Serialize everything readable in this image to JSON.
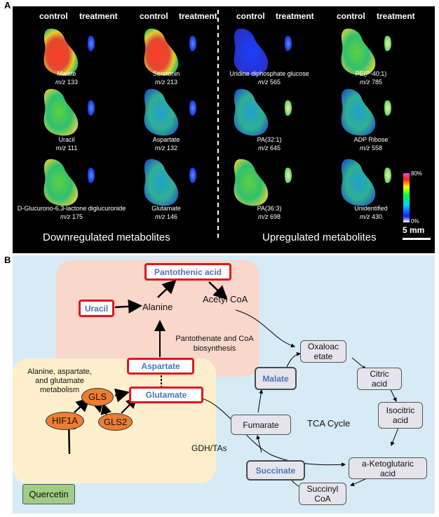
{
  "panel_a_letter": "A",
  "panel_b_letter": "B",
  "headers": {
    "control": "control",
    "treatment": "treatment"
  },
  "ion_images": [
    {
      "name": "Malate",
      "mz": "133"
    },
    {
      "name": "Serotonin",
      "mz": "213"
    },
    {
      "name": "Uridine diphosphate glucose",
      "mz": "565"
    },
    {
      "name": "PE(P-40:1)",
      "mz": "785"
    },
    {
      "name": "Uracil",
      "mz": "111"
    },
    {
      "name": "Aspartate",
      "mz": "132"
    },
    {
      "name": "PA(32:1)",
      "mz": "645"
    },
    {
      "name": "ADP Ribose",
      "mz": "558"
    },
    {
      "name": "D-Glucurono-6,3-lactone diglucuronide",
      "mz": "175"
    },
    {
      "name": "Glutamate",
      "mz": "146"
    },
    {
      "name": "PA(36:3)",
      "mz": "698"
    },
    {
      "name": "Unidentified",
      "mz": "430"
    }
  ],
  "mz_label": "m/z",
  "group_labels": {
    "down": "Downregulated metabolites",
    "up": "Upregulated metabolites"
  },
  "scale_bar": "5 mm",
  "colorbar": {
    "max": "80%",
    "min": "0%"
  },
  "pathway": {
    "pantothenic_acid": "Pantothenic acid",
    "uracil": "Uracil",
    "alanine": "Alanine",
    "acetyl_coa": "Acetyl CoA",
    "pantothenate_label": "Pantothenate and CoA\nbiosynthesis",
    "aspartate": "Aspartate",
    "glutamate": "Glutamate",
    "ala_asp_glu_label": "Alanine, aspartate,\nand glutamate\nmetabolism",
    "gls": "GLS",
    "gls2": "GLS2",
    "hif1a": "HIF1A",
    "quercetin": "Quercetin",
    "gdh_tas": "GDH/TAs",
    "tca_cycle": "TCA Cycle",
    "oxaloacetate": "Oxaloac\netate",
    "citric_acid": "Citric\nacid",
    "isocitric_acid": "Isocitric\nacid",
    "a_ketoglutaric_acid": "a-Ketoglutaric\nacid",
    "succinyl_coa": "Succinyl\nCoA",
    "succinate": "Succinate",
    "fumarate": "Fumarate",
    "malate": "Malate"
  },
  "colors": {
    "highlight_red": "#e0171c",
    "metabolite_blue": "#4a76b8",
    "enzyme_orange": "#ec7d32",
    "quercetin_green": "#9fcc86",
    "panel_b_bg": "#d6ebf6",
    "pink_box": "#f9d7cb",
    "yellow_box": "#fdefcc"
  }
}
